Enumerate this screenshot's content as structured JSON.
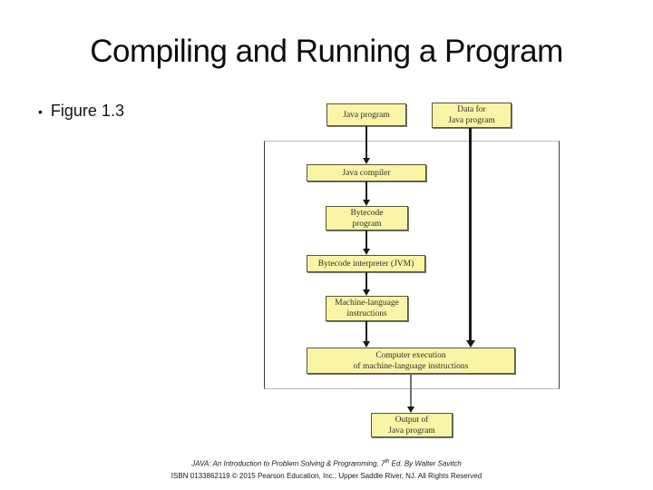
{
  "slide": {
    "title": "Compiling and Running a Program",
    "bullet_glyph": "•",
    "bullet_label": "Figure 1.3"
  },
  "figure": {
    "nodes": {
      "java_program": "Java program",
      "data_for_java_program": "Data for\nJava program",
      "java_compiler": "Java compiler",
      "bytecode_program": "Bytecode\nprogram",
      "bytecode_interpreter": "Bytecode interpreter (JVM)",
      "machine_language_instructions": "Machine-language\ninstructions",
      "computer_execution": "Computer execution\nof machine-language instructions",
      "output_of_java_program": "Output of\nJava program"
    },
    "edges": [
      {
        "from": "java_program",
        "to": "java_compiler"
      },
      {
        "from": "java_compiler",
        "to": "bytecode_program"
      },
      {
        "from": "bytecode_program",
        "to": "bytecode_interpreter"
      },
      {
        "from": "bytecode_interpreter",
        "to": "machine_language_instructions"
      },
      {
        "from": "machine_language_instructions",
        "to": "computer_execution"
      },
      {
        "from": "data_for_java_program",
        "to": "computer_execution"
      },
      {
        "from": "computer_execution",
        "to": "output_of_java_program"
      }
    ],
    "colors": {
      "box_fill": "#faf5a6",
      "box_border": "#55553a",
      "arrow": "#1a1a1a",
      "output_arrow_shaft": "#707070",
      "frame_border_sides": "#3c3c3c",
      "frame_border_topbottom": "#bcbcbc"
    }
  },
  "footer": {
    "line1_pre": "JAVA: An Introduction to Problem Solving & Programming, 7",
    "line1_sup": "th",
    "line1_post": " Ed. By Walter Savitch",
    "line2": "ISBN 0133862119 © 2015 Pearson Education, Inc., Upper Saddle River, NJ. All Rights Reserved"
  }
}
